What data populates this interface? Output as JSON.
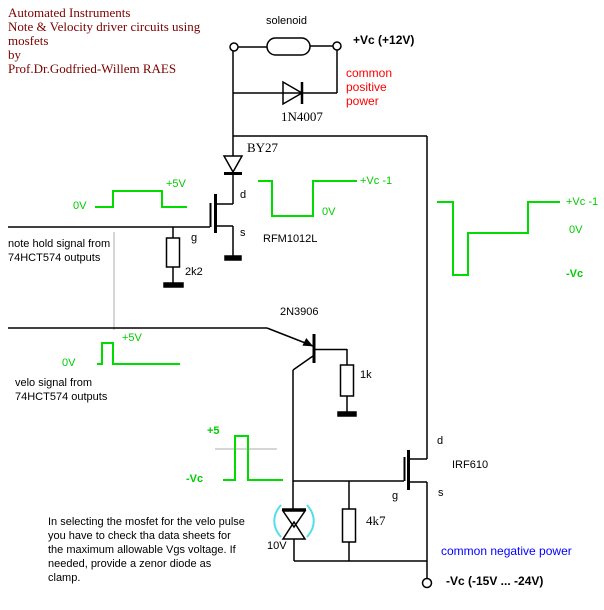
{
  "colors": {
    "signal_green": "#00cc00",
    "title_maroon": "#7b0000",
    "note_red": "#ff0000",
    "power_blue": "#0000ff",
    "zener_cyan": "#55dde8",
    "reference_gray": "#c9c9c9"
  },
  "title_block": {
    "lines": [
      "Automated Instruments",
      "Note & Velocity driver circuits using",
      "mosfets",
      "by",
      "Prof.Dr.Godfried-Willem RAES"
    ]
  },
  "solenoid": {
    "label": "solenoid",
    "positive_supply": "+Vc (+12V)",
    "common_positive_lines": [
      "common",
      "positive",
      "power"
    ],
    "flyback_diode": "1N4007"
  },
  "note_channel": {
    "series_diode": "BY27",
    "input_high": "+5V",
    "input_low": "0V",
    "source_lines": [
      "note hold signal from",
      "74HCT574 outputs"
    ],
    "mosfet": "RFM1012L",
    "drain": "d",
    "gate": "g",
    "source": "s",
    "gate_resistor": "2k2",
    "output_high": "+Vc -1",
    "output_low": "0V"
  },
  "velo_channel": {
    "transistor": "2N3906",
    "input_high": "+5V",
    "input_low": "0V",
    "source_lines": [
      "velo signal from",
      "74HCT574 outputs"
    ],
    "collector_resistor": "1k",
    "drive_high": "+5",
    "drive_low": "-Vc",
    "mosfet": "IRF610",
    "drain": "d",
    "gate": "g",
    "source": "s",
    "zener": "10V",
    "gate_resistor": "4k7"
  },
  "output_signal": {
    "high": "+Vc -1",
    "mid": "0V",
    "low": "-Vc"
  },
  "power": {
    "common_negative": "common negative power",
    "negative_supply": "-Vc (-15V ... -24V)"
  },
  "note_paragraph": {
    "lines": [
      "In selecting the mosfet for the velo pulse",
      "you have to check tha data sheets for",
      "the maximum allowable Vgs voltage. If",
      "needed, provide a zenor diode as",
      "clamp."
    ]
  }
}
